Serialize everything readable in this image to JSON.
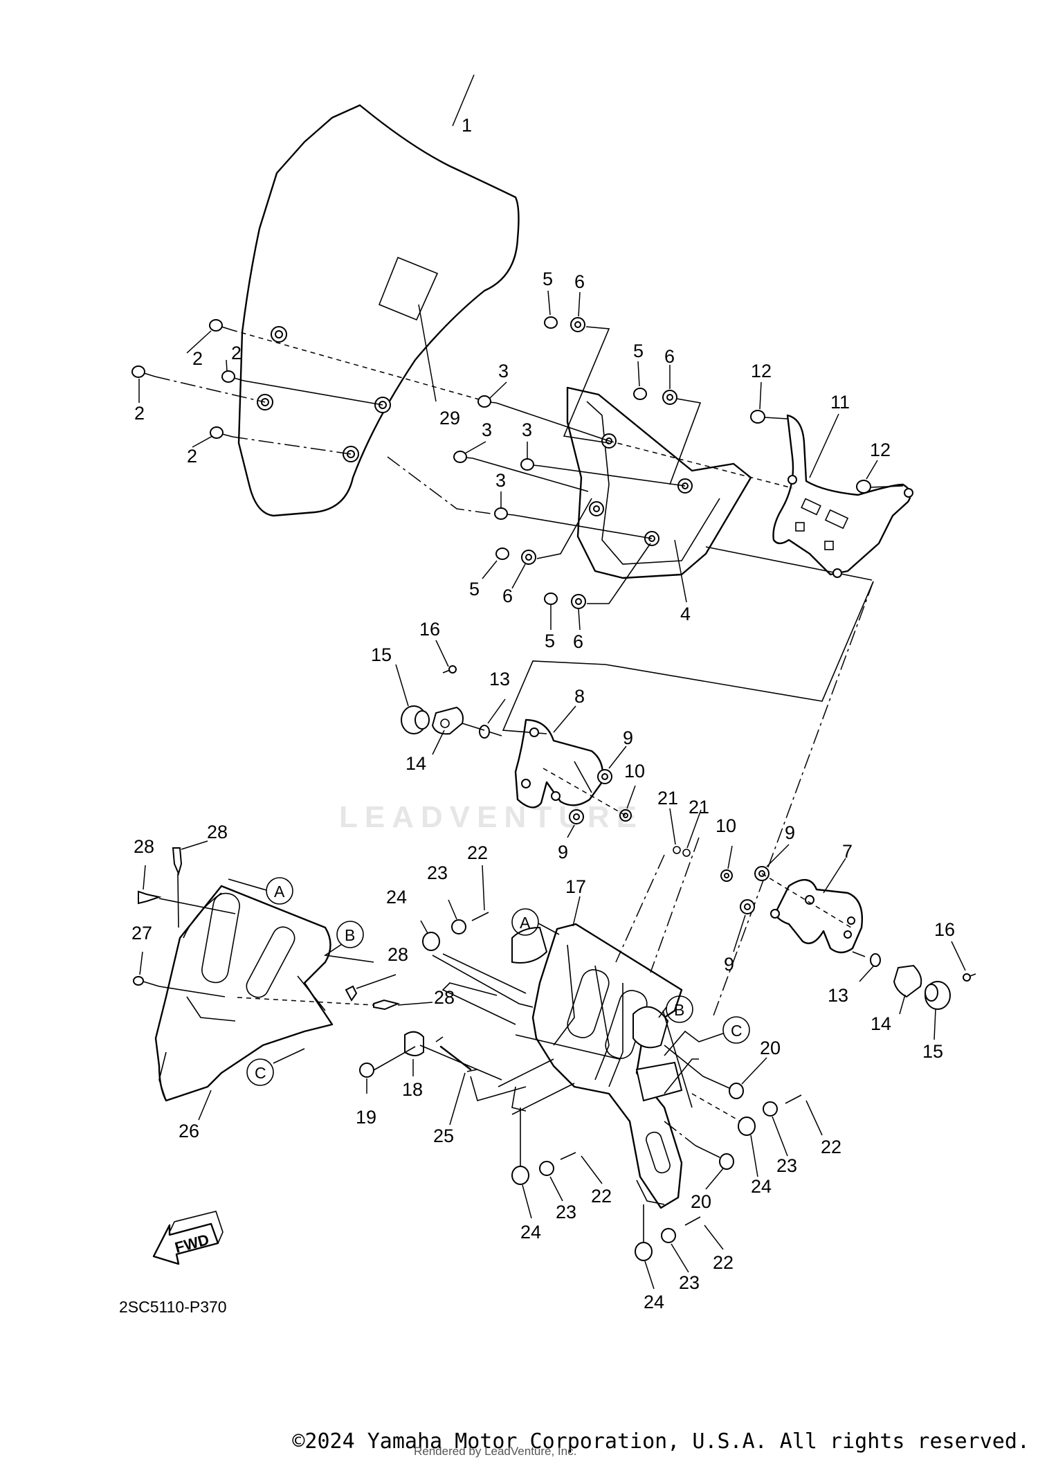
{
  "diagram": {
    "part_code": "2SC5110-P370",
    "fwd_label": "FWD",
    "watermark": "LEADVENTURE",
    "ref_letters": [
      "A",
      "B",
      "C"
    ],
    "callouts": [
      "1",
      "2",
      "3",
      "4",
      "5",
      "6",
      "7",
      "8",
      "9",
      "10",
      "11",
      "12",
      "13",
      "14",
      "15",
      "16",
      "17",
      "18",
      "19",
      "20",
      "21",
      "22",
      "23",
      "24",
      "25",
      "26",
      "27",
      "28",
      "29"
    ]
  },
  "footer": {
    "copyright": "©2024 Yamaha Motor Corporation, U.S.A. All rights reserved.",
    "rendered_by": "Rendered by LeadVenture, Inc."
  }
}
